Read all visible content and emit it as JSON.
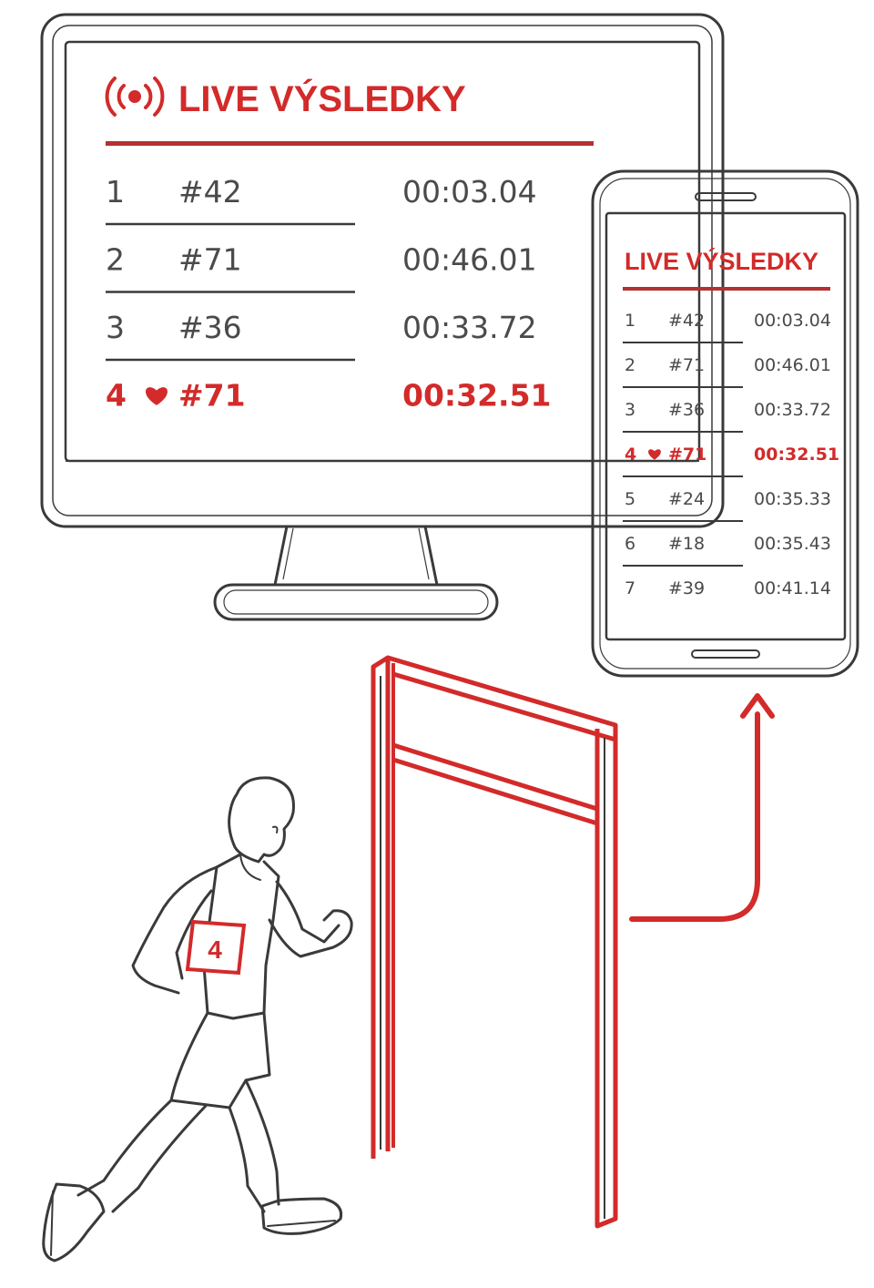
{
  "colors": {
    "accent": "#d32a2a",
    "line": "#3a3a3a"
  },
  "monitor": {
    "title": "LIVE VÝSLEDKY",
    "icon": "broadcast-icon",
    "rows": [
      {
        "rank": "1",
        "bib": "#42",
        "time": "00:03.04",
        "highlight": false
      },
      {
        "rank": "2",
        "bib": "#71",
        "time": "00:46.01",
        "highlight": false
      },
      {
        "rank": "3",
        "bib": "#36",
        "time": "00:33.72",
        "highlight": false
      },
      {
        "rank": "4",
        "bib": "#71",
        "time": "00:32.51",
        "highlight": true,
        "icon": "heart-icon"
      }
    ]
  },
  "phone": {
    "title": "LIVE VÝSLEDKY",
    "rows": [
      {
        "rank": "1",
        "bib": "#42",
        "time": "00:03.04",
        "highlight": false
      },
      {
        "rank": "2",
        "bib": "#71",
        "time": "00:46.01",
        "highlight": false
      },
      {
        "rank": "3",
        "bib": "#36",
        "time": "00:33.72",
        "highlight": false
      },
      {
        "rank": "4",
        "bib": "#71",
        "time": "00:32.51",
        "highlight": true,
        "icon": "heart-icon"
      },
      {
        "rank": "5",
        "bib": "#24",
        "time": "00:35.33",
        "highlight": false
      },
      {
        "rank": "6",
        "bib": "#18",
        "time": "00:35.43",
        "highlight": false
      },
      {
        "rank": "7",
        "bib": "#39",
        "time": "00:41.14",
        "highlight": false
      }
    ]
  },
  "runner": {
    "bib_number": "4"
  }
}
